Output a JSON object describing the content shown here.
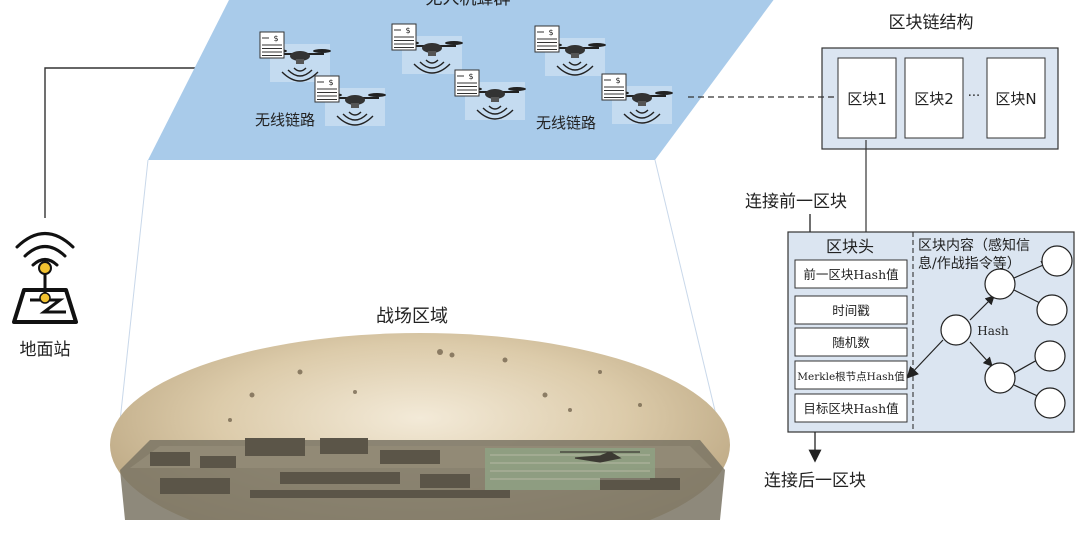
{
  "swarm": {
    "title": "无人机蜂群",
    "link_label_left": "无线链路",
    "link_label_right": "无线链路",
    "drone_ledger_symbol": "$"
  },
  "ground_station": {
    "label": "地面站"
  },
  "battlefield": {
    "label": "战场区域"
  },
  "chain": {
    "title": "区块链结构",
    "block_1": "区块1",
    "block_2": "区块2",
    "ellipsis": "···",
    "block_n": "区块N"
  },
  "block_detail": {
    "connect_prev": "连接前一区块",
    "connect_next": "连接后一区块",
    "header_title": "区块头",
    "header_fields": [
      "前一区块Hash值",
      "时间戳",
      "随机数",
      "Merkle根节点Hash值",
      "目标区块Hash值"
    ],
    "content_title_line1": "区块内容（感知信",
    "content_title_line2": "息/作战指令等）",
    "tree_label": "Hash"
  },
  "colors": {
    "swarm_plane": "#a9cbea",
    "block_panel": "#dbe5f1",
    "content_panel": "#d6e2f0",
    "sand": "#d8c9ab"
  }
}
